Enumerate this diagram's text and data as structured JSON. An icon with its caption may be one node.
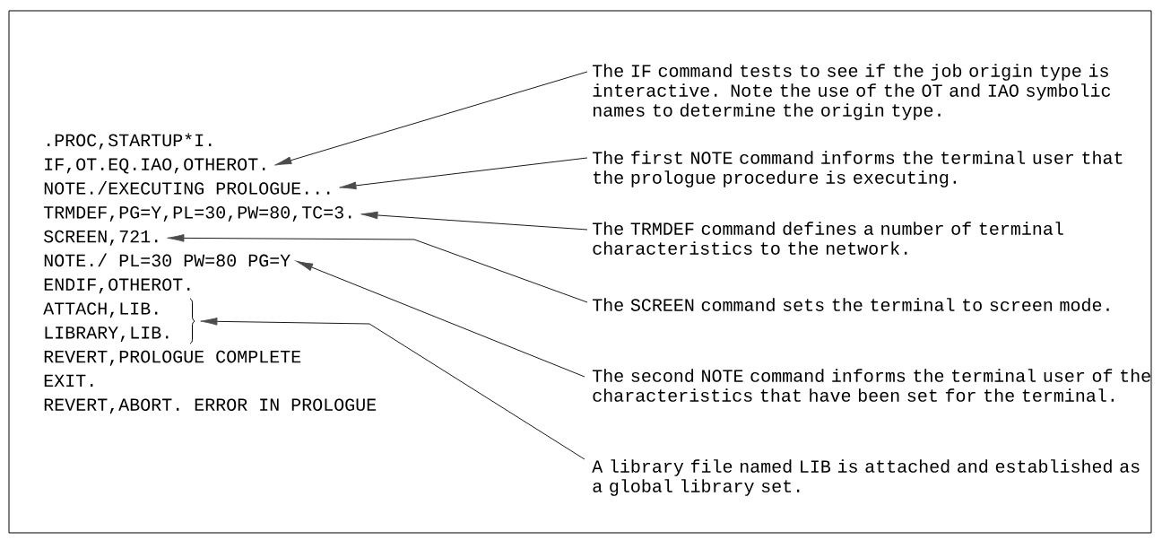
{
  "diagram": {
    "nodes": [
      {
        "text": [
          ".PROC,STARTUP*I."
        ]
      },
      {
        "text": [
          "IF,OT.EQ.IAO,OTHEROT."
        ]
      },
      {
        "text": [
          "NOTE./EXECUTING PROLOGUE..."
        ]
      },
      {
        "text": [
          "TRMDEF,PG=Y,PL=30,PW=80,TC=3."
        ]
      },
      {
        "text": [
          "SCREEN,721."
        ]
      },
      {
        "text": [
          "NOTE./ PL=30 PW=80 PG=Y"
        ]
      },
      {
        "text": [
          "ENDIF,OTHEROT."
        ]
      },
      {
        "text": [
          "ATTACH,LIB."
        ]
      },
      {
        "text": [
          "LIBRARY,LIB."
        ]
      },
      {
        "text": [
          "REVERT,PROLOGUE COMPLETE"
        ]
      },
      {
        "text": [
          "EXIT."
        ]
      },
      {
        "text": [
          "REVERT,ABORT. ERROR IN PROLOGUE"
        ]
      },
      {
        "text": [],
        "shape": "brace"
      },
      {
        "text": [
          "The IF command tests to see if the job origin type is interactive. Note the use of the OT and IAO symbolic names to determine the origin type."
        ]
      },
      {
        "text": [
          "The first NOTE command informs the terminal user that the prologue procedure is executing."
        ]
      },
      {
        "text": [
          "The TRMDEF command defines a number of terminal characteristics to the network."
        ]
      },
      {
        "text": [
          "The SCREEN command sets the terminal to screen mode."
        ]
      },
      {
        "text": [
          "The second NOTE command informs the terminal user of the characteristics that have been set for the terminal."
        ]
      },
      {
        "text": [
          "A library file named LIB is attached and established as a global library set."
        ]
      }
    ],
    "edges": [
      {
        "from": 13,
        "to": 1,
        "arrow": "to"
      },
      {
        "from": 14,
        "to": 2,
        "arrow": "to"
      },
      {
        "from": 15,
        "to": 3,
        "arrow": "to"
      },
      {
        "from": 16,
        "to": 4,
        "arrow": "to"
      },
      {
        "from": 17,
        "to": 5,
        "arrow": "to"
      },
      {
        "from": 18,
        "to": 12,
        "arrow": "to"
      }
    ]
  }
}
